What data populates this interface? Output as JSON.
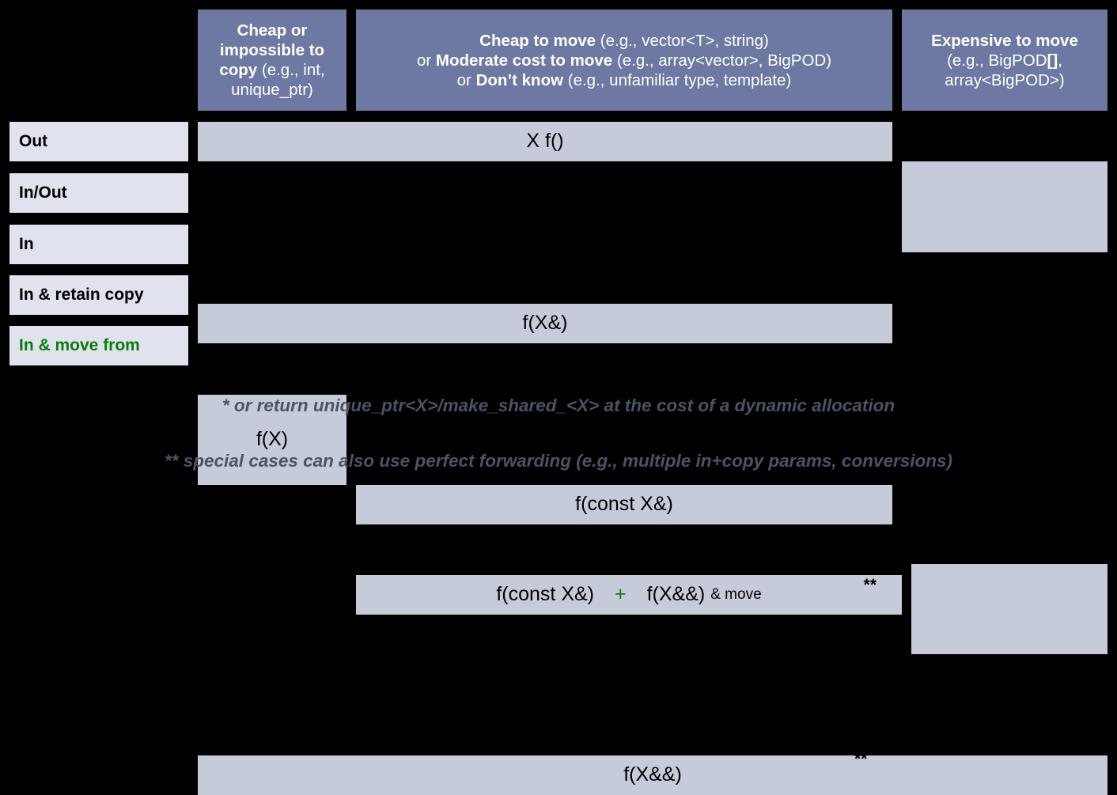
{
  "figure": {
    "title_cell": "",
    "colors": {
      "header_blue": "#6d79a2",
      "cell_fill": "#c6cbda",
      "row_label_fill": "#e0e3ed",
      "green": "#127a12",
      "footnote_gray": "#4b5364",
      "background": "#000000"
    }
  },
  "columns": [
    {
      "id": "cheap-or-impossible-to-copy",
      "bold_lead": "Cheap or impossible to copy",
      "example": " (e.g., int, unique_ptr)"
    },
    {
      "id": "cheap-to-move",
      "line1_bold": "Cheap to move",
      "line1_rest": " (e.g., vector<T>, string)",
      "line2_prefix": "or ",
      "line2_bold": "Moderate cost to move",
      "line2_rest": " (e.g., array<vector>, BigPOD)",
      "line3_prefix": "or ",
      "line3_bold": "Don’t know",
      "line3_rest": " (e.g., unfamiliar type, template)"
    },
    {
      "id": "expensive-to-move",
      "bold_lead": "Expensive to move",
      "example_line1": "(e.g., BigPOD",
      "example_bold": "[]",
      "example_line1_end": ",",
      "example_line2": "array<BigPOD>)"
    }
  ],
  "rows": [
    {
      "id": "out",
      "label": "Out",
      "green_label": false,
      "value": "X f()"
    },
    {
      "id": "in-out",
      "label": "In/Out",
      "green_label": false,
      "value": "f(X&)"
    },
    {
      "id": "in",
      "label": "In",
      "green_label": false,
      "value": "f(const X&)"
    },
    {
      "id": "in-retain-copy",
      "label": "In & retain copy",
      "green_label": false,
      "value": ""
    },
    {
      "id": "in-move-from",
      "label": "In & move from",
      "green_label": true,
      "value": "f(X&&)"
    }
  ],
  "cells": {
    "f_of_x": "f(X)",
    "retain_copy": {
      "part1": "f(const X&)",
      "plus": "+",
      "part2": "f(X&&)",
      "part3": "& move"
    },
    "asterisk_retain": "**",
    "asterisk_movefrom": "**"
  },
  "footnotes": [
    "* or return unique_ptr<X>/make_shared_<X> at the cost of a dynamic allocation",
    "** special cases can also use perfect forwarding (e.g., multiple in+copy params, conversions)"
  ]
}
